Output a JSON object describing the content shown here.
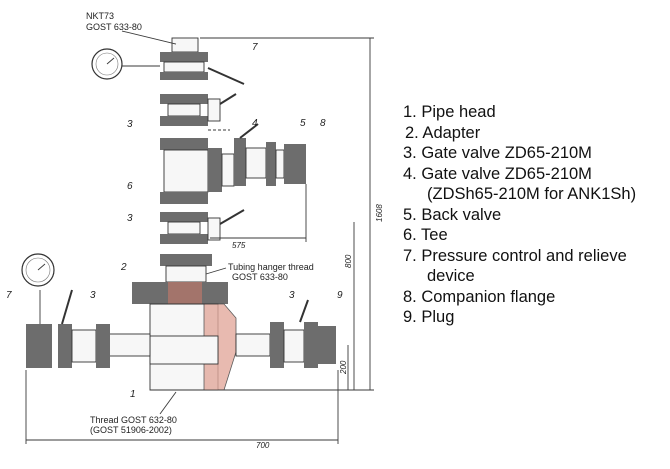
{
  "callouts": {
    "nkt_line1": "NKT73",
    "nkt_line2": "GOST 633-80",
    "hanger_line1": "Tubing hanger thread",
    "hanger_line2": "GOST 633-80",
    "thread_line1": "Thread GOST 632-80",
    "thread_line2": "(GOST 51906-2002)"
  },
  "part_numbers": {
    "top_7": "7",
    "top_3": "3",
    "mid_6": "6",
    "lower_3": "3",
    "mid_4": "4",
    "mid_5": "5",
    "mid_8": "8",
    "left_2": "2",
    "left_7": "7",
    "left_3": "3",
    "right_3": "3",
    "right_9": "9",
    "bottom_1": "1"
  },
  "dimensions": {
    "d1608": "1608",
    "d800": "800",
    "d200": "200",
    "d575": "575",
    "d700": "700"
  },
  "legend": [
    "1. Pipe head",
    "2. Adapter",
    "3. Gate valve ZD65-210M",
    "4. Gate valve ZD65-210M",
    "(ZDSh65-210M for ANK1Sh)",
    "5. Back valve",
    "6. Tee",
    "7. Pressure control and relieve",
    "device",
    "8. Companion flange",
    "9. Plug"
  ]
}
